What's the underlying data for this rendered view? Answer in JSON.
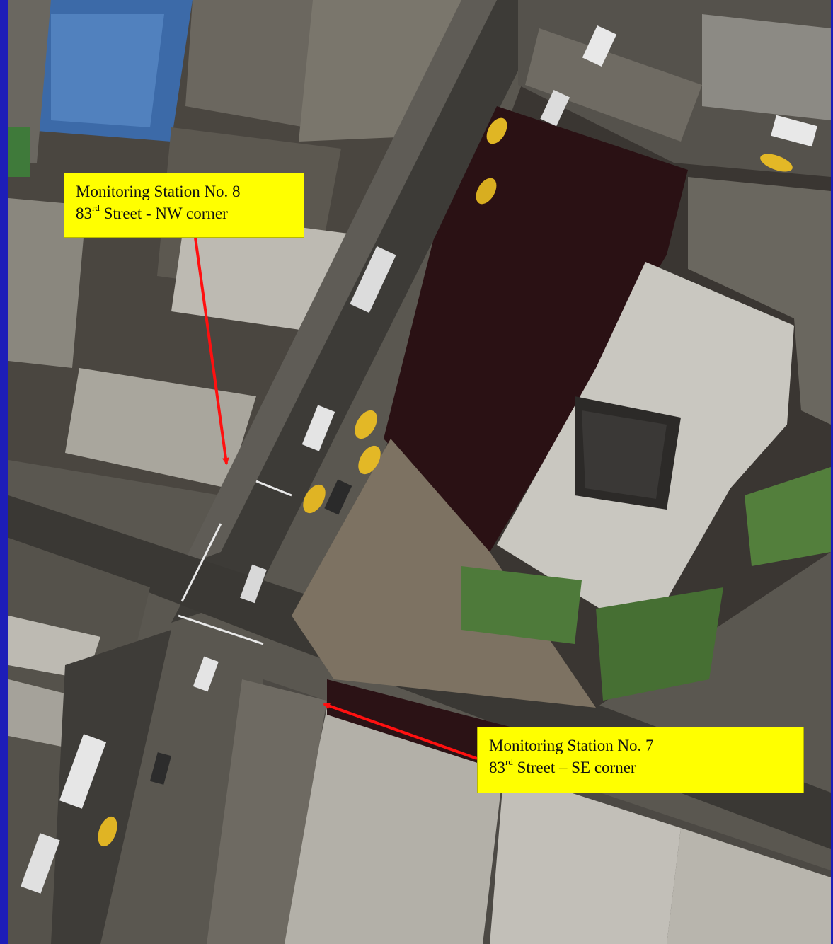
{
  "callouts": [
    {
      "id": "station-8",
      "line1": "Monitoring Station No. 8",
      "line2_prefix": "83",
      "line2_sup": "rd",
      "line2_rest": " Street - NW corner"
    },
    {
      "id": "station-7",
      "line1": "Monitoring Station No. 7",
      "line2_prefix": "83",
      "line2_sup": "rd",
      "line2_rest": " Street – SE corner"
    }
  ],
  "colors": {
    "frame": "#1d1db8",
    "callout_fill": "#ffff00",
    "arrow": "#ff1010"
  }
}
